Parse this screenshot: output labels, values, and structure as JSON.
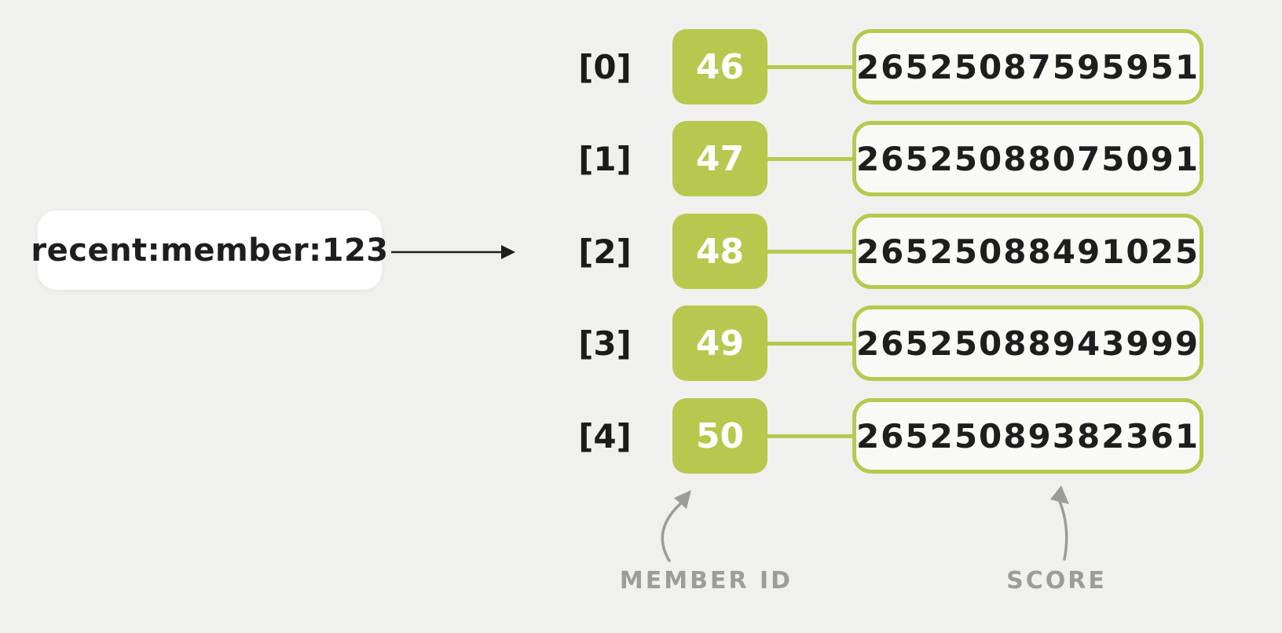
{
  "diagram": {
    "key": {
      "label": "recent:member:123"
    },
    "rows": [
      {
        "index": "[0]",
        "member_id": "46",
        "score": "26525087595951"
      },
      {
        "index": "[1]",
        "member_id": "47",
        "score": "26525088075091"
      },
      {
        "index": "[2]",
        "member_id": "48",
        "score": "26525088491025"
      },
      {
        "index": "[3]",
        "member_id": "49",
        "score": "26525088943999"
      },
      {
        "index": "[4]",
        "member_id": "50",
        "score": "26525089382361"
      }
    ],
    "annotations": {
      "member_id_label": "MEMBER ID",
      "score_label": "SCORE"
    },
    "colors": {
      "accent_green": "#b6c94e",
      "background": "#f0f1ee",
      "ink": "#1e1e1e",
      "annotation_gray": "#9c9c9c"
    }
  }
}
